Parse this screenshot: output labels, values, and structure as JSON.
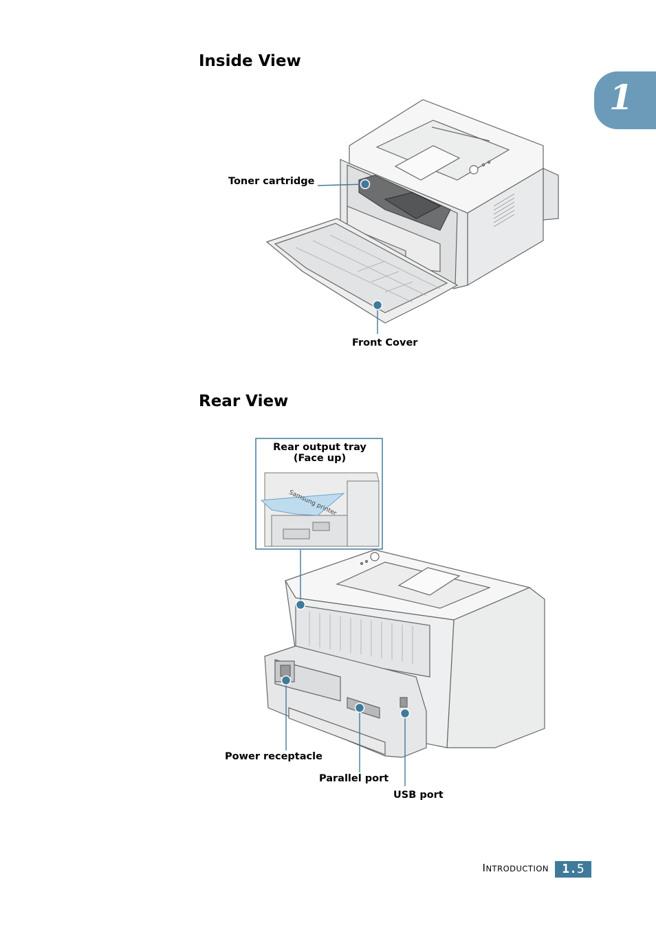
{
  "inside_view": {
    "heading": "Inside View",
    "labels": {
      "toner_cartridge": "Toner cartridge",
      "front_cover": "Front Cover"
    }
  },
  "rear_view": {
    "heading": "Rear View",
    "inset": {
      "line1": "Rear output tray",
      "line2": "(Face up)",
      "paper_text": "Samsung printer"
    },
    "labels": {
      "power_receptacle": "Power receptacle",
      "parallel_port": "Parallel port",
      "usb_port": "USB port"
    }
  },
  "chapter_tab": "1",
  "footer": {
    "section_first": "I",
    "section_rest": "NTRODUCTION",
    "page_chapter": "1.",
    "page_num": "5"
  },
  "colors": {
    "tab": "#6b9bb8",
    "badge": "#3f7a9b",
    "callout": "#3f7a9b"
  }
}
